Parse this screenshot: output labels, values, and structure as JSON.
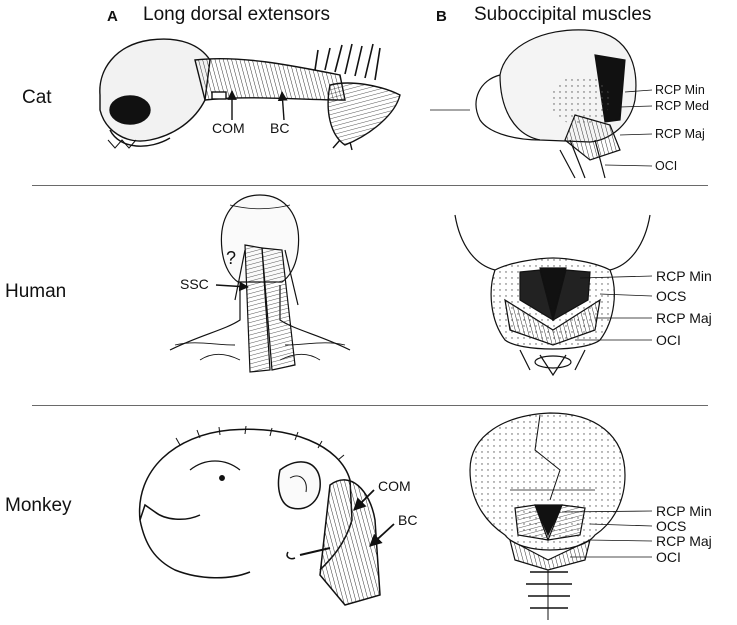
{
  "header": {
    "col_a_letter": "A",
    "col_a_title": "Long dorsal extensors",
    "col_b_letter": "B",
    "col_b_title": "Suboccipital muscles"
  },
  "rows": {
    "cat": {
      "label": "Cat",
      "a_labels": [
        "COM",
        "BC"
      ],
      "b_labels": [
        "RCP Min",
        "RCP Med",
        "RCP Maj",
        "OCI"
      ]
    },
    "human": {
      "label": "Human",
      "a_labels": [
        "?",
        "SSC"
      ],
      "b_labels": [
        "RCP Min",
        "OCS",
        "RCP Maj",
        "OCI"
      ]
    },
    "monkey": {
      "label": "Monkey",
      "a_labels": [
        "COM",
        "BC"
      ],
      "b_labels": [
        "RCP Min",
        "OCS",
        "RCP Maj",
        "OCI"
      ]
    }
  }
}
